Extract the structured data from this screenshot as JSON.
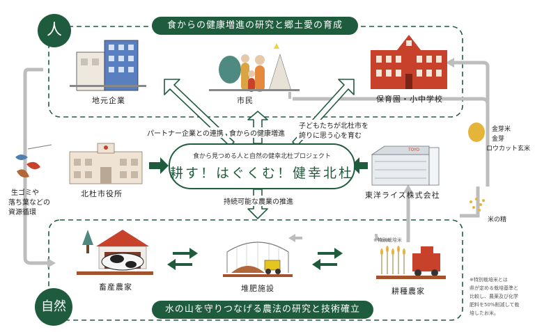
{
  "sections": {
    "people_circle": "人",
    "nature_circle": "自然",
    "top_banner": "食からの健康増進の研究と郷土愛の育成",
    "bottom_banner": "水の山を守りつなげる農法の研究と技術確立"
  },
  "center": {
    "subtitle": "食から見つめる人と自然の健幸北杜プロジェクト",
    "title": "耕す！はぐくむ！健幸北杜"
  },
  "nodes": {
    "local_companies": "地元企業",
    "citizens": "市民",
    "schools": "保育園・小中学校",
    "city_office": "北杜市役所",
    "toyo_rice": "東洋ライス株式会社",
    "livestock_farmer": "畜産農家",
    "compost_facility": "堆肥施設",
    "crop_farmer": "耕種農家",
    "toyo_sign": "TOYO"
  },
  "arrows": {
    "partnership": "パートナー企業との連携",
    "health": "食からの健康増進",
    "pride_line1": "子どもたちが北杜市を",
    "pride_line2": "誇りに思う心を育む",
    "sustainable": "持続可能な農業の推進"
  },
  "side_labels": {
    "resource_line1": "生ゴミや",
    "resource_line2": "落ち葉などの",
    "resource_line3": "資源循環",
    "rice_line1": "金芽米",
    "rice_line2": "金芽",
    "rice_line3": "ロウカット玄米",
    "rice_essence": "米の精",
    "special_rice_tag": "※特別栽培米"
  },
  "footnote": [
    "※特別栽培米とは",
    "県が定める栽培基準と",
    "比較し、農薬及び化学",
    "肥料を50%削減して栽",
    "培したお米。"
  ],
  "colors": {
    "green": "#1f5c3d",
    "gray": "#bdbdbd",
    "red": "#c8412b"
  }
}
